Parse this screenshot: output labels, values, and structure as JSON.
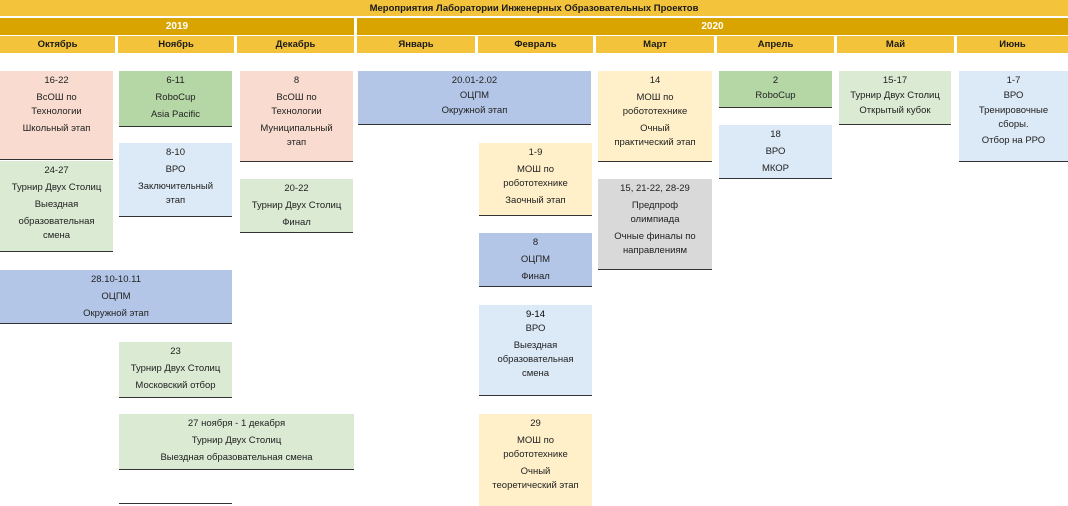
{
  "title": "Мероприятия Лаборатории Инженерных Образовательных  Проектов",
  "years": [
    "2019",
    "2020"
  ],
  "months": [
    "Октябрь",
    "Ноябрь",
    "Декабрь",
    "Январь",
    "Февраль",
    "Март",
    "Апрель",
    "Май",
    "Июнь"
  ],
  "events": {
    "oct_1": [
      "16-22",
      "ВсОШ по",
      "Технологии",
      "Школьный этап"
    ],
    "oct_2": [
      "24-27",
      "Турнир Двух Столиц",
      "Выездная",
      "образовательная",
      "смена"
    ],
    "octnov_1": [
      "28.10-10.11",
      "ОЦПМ",
      "Окружной этап"
    ],
    "nov_1": [
      "6-11",
      "RoboCup",
      "Asia Pacific"
    ],
    "nov_2": [
      "8-10",
      "ВРО",
      "Заключительный",
      "этап"
    ],
    "nov_3": [
      "23",
      "Турнир Двух Столиц",
      "Московский отбор"
    ],
    "novdec_1": [
      "27 ноября - 1 декабря",
      "Турнир Двух Столиц",
      "Выездная образовательная смена"
    ],
    "dec_1": [
      "8",
      "ВсОШ по",
      "Технологии",
      "Муниципальный",
      "этап"
    ],
    "dec_2": [
      "20-22",
      "Турнир Двух Столиц",
      "Финал"
    ],
    "janfeb_1": [
      "20.01-2.02",
      "ОЦПМ",
      "Окружной этап"
    ],
    "feb_1": [
      "1-9",
      "МОШ по",
      "робототехнике",
      "Заочный этап"
    ],
    "feb_2": [
      "8",
      "ОЦПМ",
      "Финал"
    ],
    "feb_3": [
      "9-14",
      "ВРО",
      "Выездная",
      "образовательная",
      "смена"
    ],
    "feb_4": [
      "29",
      "МОШ по",
      "робототехнике",
      "Очный",
      "теоретический этап"
    ],
    "mar_1": [
      "14",
      "МОШ по",
      "робототехнике",
      "Очный",
      "практический этап"
    ],
    "mar_2": [
      "15, 21-22, 28-29",
      "Предпроф",
      "олимпиада",
      "Очные финалы по",
      "направлениям"
    ],
    "apr_1": [
      "2",
      "RoboCup"
    ],
    "apr_2": [
      "18",
      "ВРО",
      "МКОР"
    ],
    "may_1": [
      "15-17",
      "Турнир Двух Столиц",
      "Открытый кубок"
    ],
    "jun_1": [
      "1-7",
      "ВРО",
      "Тренировочные",
      "сборы.",
      "Отбор на РРО"
    ]
  }
}
